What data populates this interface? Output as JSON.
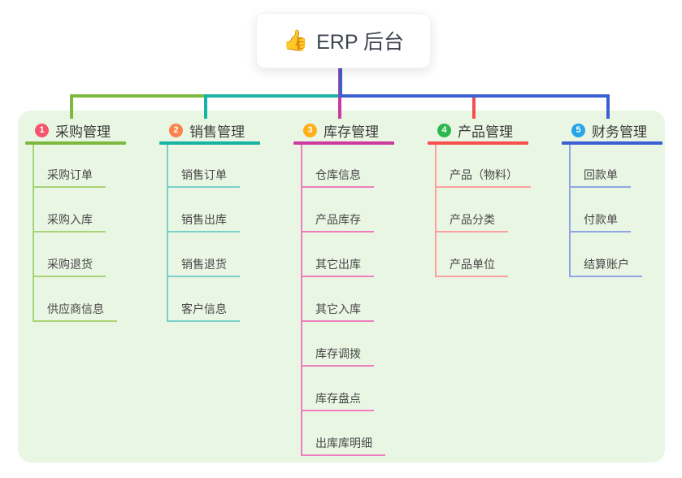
{
  "canvas": {
    "bg": "#ffffff",
    "panel_bg": "#eaf6e4",
    "root_connector_color": "#4a5cd0"
  },
  "root": {
    "icon": "thumbs-up",
    "icon_glyph": "👍",
    "label": "ERP 后台"
  },
  "branches": [
    {
      "badge": "1",
      "badge_color": "#f4566d",
      "title": "采购管理",
      "line_color": "#7db93f",
      "child_line_color": "#a9d377",
      "items": [
        "采购订单",
        "采购入库",
        "采购退货",
        "供应商信息"
      ]
    },
    {
      "badge": "2",
      "badge_color": "#f9824d",
      "title": "销售管理",
      "line_color": "#17b3a3",
      "child_line_color": "#7ad0c8",
      "items": [
        "销售订单",
        "销售出库",
        "销售退货",
        "客户信息"
      ]
    },
    {
      "badge": "3",
      "badge_color": "#feae19",
      "title": "库存管理",
      "line_color": "#cb3b9d",
      "child_line_color": "#ee7fbc",
      "items": [
        "仓库信息",
        "产品库存",
        "其它出库",
        "其它入库",
        "库存调拨",
        "库存盘点",
        "出库库明细"
      ]
    },
    {
      "badge": "4",
      "badge_color": "#2bb94f",
      "title": "产品管理",
      "line_color": "#f8504f",
      "child_line_color": "#fba09f",
      "items": [
        "产品（物料）",
        "产品分类",
        "产品单位"
      ]
    },
    {
      "badge": "5",
      "badge_color": "#27a5e7",
      "title": "财务管理",
      "line_color": "#3c5fd2",
      "child_line_color": "#90a7e5",
      "items": [
        "回款单",
        "付款单",
        "结算账户"
      ]
    }
  ]
}
